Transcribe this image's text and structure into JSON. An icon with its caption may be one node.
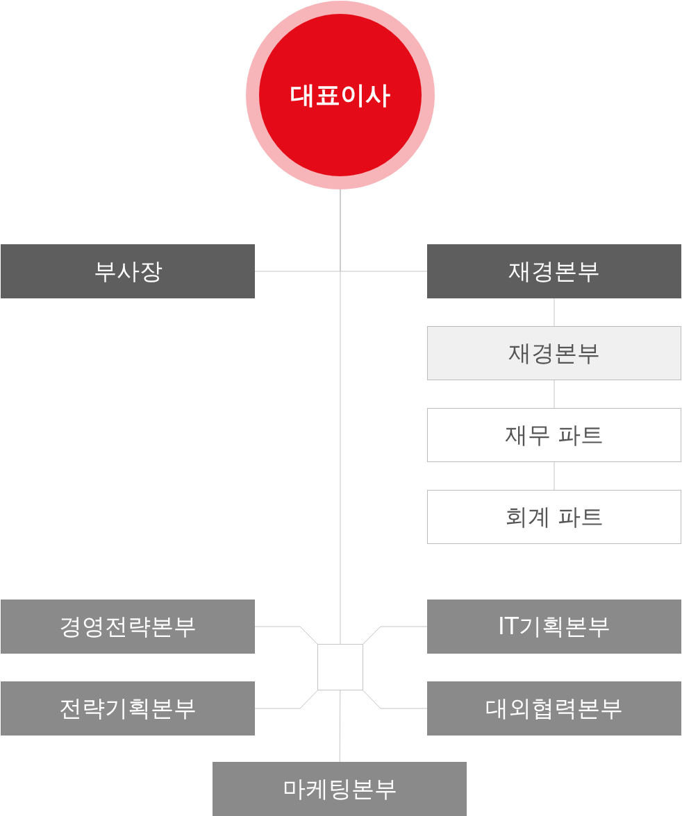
{
  "diagram": {
    "nodes": [
      {
        "text": [
          "대표이사"
        ]
      },
      {
        "text": [
          "부사장"
        ]
      },
      {
        "text": [
          "재경본부"
        ]
      },
      {
        "text": [
          "재경본부"
        ]
      },
      {
        "text": [
          "재무 파트"
        ]
      },
      {
        "text": [
          "회계 파트"
        ]
      },
      {
        "text": [
          "경영전략본부"
        ]
      },
      {
        "text": [
          "IT기획본부"
        ]
      },
      {
        "text": [],
        "shape": "box"
      },
      {
        "text": [
          "전략기획본부"
        ]
      },
      {
        "text": [
          "대외협력본부"
        ]
      },
      {
        "text": [
          "마케팅본부"
        ]
      }
    ],
    "edges": [
      {
        "from": 0,
        "to": 1,
        "arrow": "none"
      },
      {
        "from": 0,
        "to": 2,
        "arrow": "none"
      },
      {
        "from": 0,
        "to": 8,
        "arrow": "none"
      },
      {
        "from": 2,
        "to": 3,
        "arrow": "none"
      },
      {
        "from": 3,
        "to": 4,
        "arrow": "none"
      },
      {
        "from": 4,
        "to": 5,
        "arrow": "none"
      },
      {
        "from": 8,
        "to": 6,
        "arrow": "none"
      },
      {
        "from": 8,
        "to": 7,
        "arrow": "none"
      },
      {
        "from": 8,
        "to": 9,
        "arrow": "none"
      },
      {
        "from": 8,
        "to": 10,
        "arrow": "none"
      },
      {
        "from": 8,
        "to": 11,
        "arrow": "none"
      }
    ]
  }
}
